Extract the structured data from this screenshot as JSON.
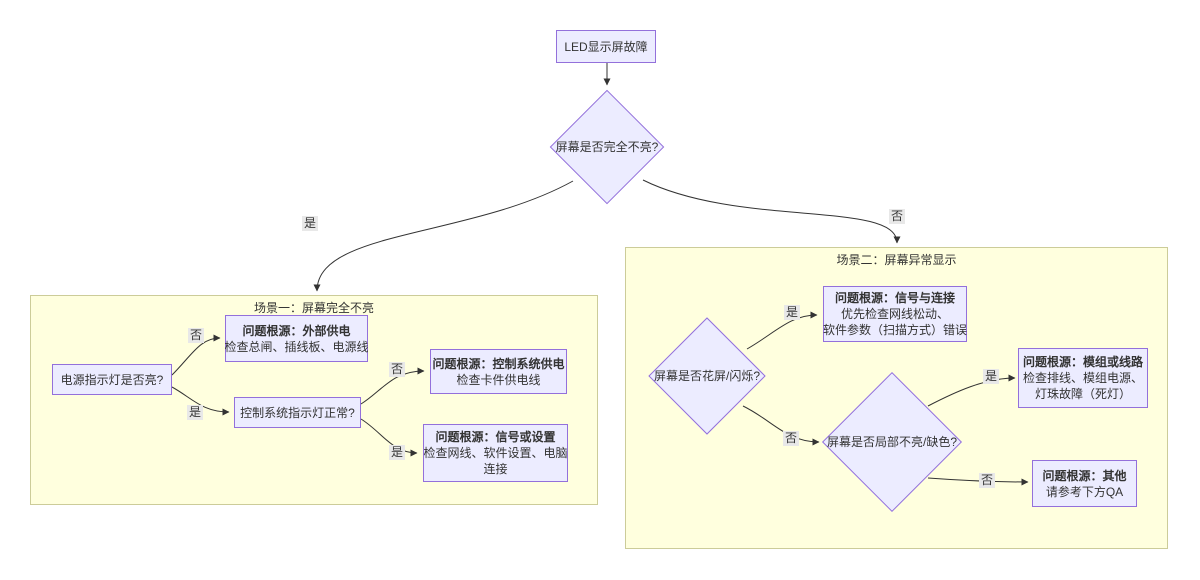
{
  "diagram": {
    "root_label": "LED显示屏故障",
    "main_question": "屏幕是否完全不亮?",
    "edge_labels": {
      "yes": "是",
      "no": "否"
    },
    "scene1": {
      "title": "场景一：屏幕完全不亮",
      "q_power_led": "电源指示灯是否亮?",
      "q_ctrl_led": "控制系统指示灯正常?",
      "external_power": {
        "line1": "问题根源：外部供电",
        "line2": "检查总闸、插线板、电源线"
      },
      "ctrl_power": {
        "line1": "问题根源：控制系统供电",
        "line2": "检查卡件供电线"
      },
      "signal_settings": {
        "line1": "问题根源：信号或设置",
        "line2": "检查网线、软件设置、电脑",
        "line3": "连接"
      }
    },
    "scene2": {
      "title": "场景二：屏幕异常显示",
      "q_flicker": "屏幕是否花屏/闪烁?",
      "q_partial": "屏幕是否局部不亮/缺色?",
      "signal_connection": {
        "line1": "问题根源：信号与连接",
        "line2": "优先检查网线松动、",
        "line3": "软件参数（扫描方式）错误"
      },
      "module_circuit": {
        "line1": "问题根源：模组或线路",
        "line2": "检查排线、模组电源、",
        "line3": "灯珠故障（死灯）"
      },
      "other": {
        "line1": "问题根源：其他",
        "line2": "请参考下方QA"
      }
    },
    "colors": {
      "node_fill": "#ECECFF",
      "node_border": "#9370DB",
      "container_fill": "#FFFFDE",
      "container_border": "#CCCC99",
      "edge": "#333333",
      "edge_label_bg": "#E8E8E8",
      "text": "#333333"
    }
  }
}
